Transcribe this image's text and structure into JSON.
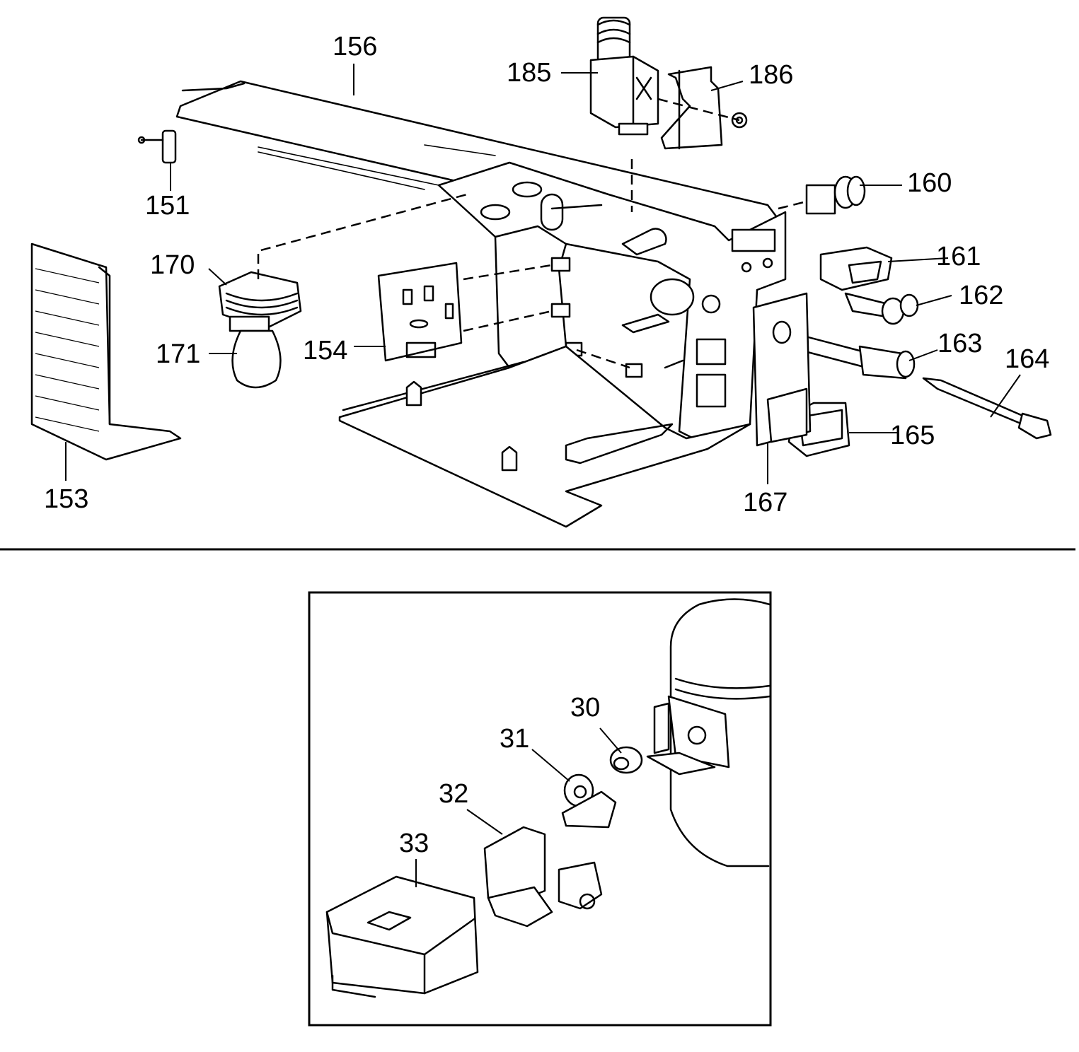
{
  "diagram": {
    "upper_assembly": {
      "callouts": [
        "156",
        "185",
        "186",
        "151",
        "160",
        "170",
        "161",
        "162",
        "171",
        "154",
        "163",
        "164",
        "165",
        "153",
        "167"
      ]
    },
    "inset_compressor": {
      "callouts": [
        "30",
        "31",
        "32",
        "33"
      ]
    }
  }
}
